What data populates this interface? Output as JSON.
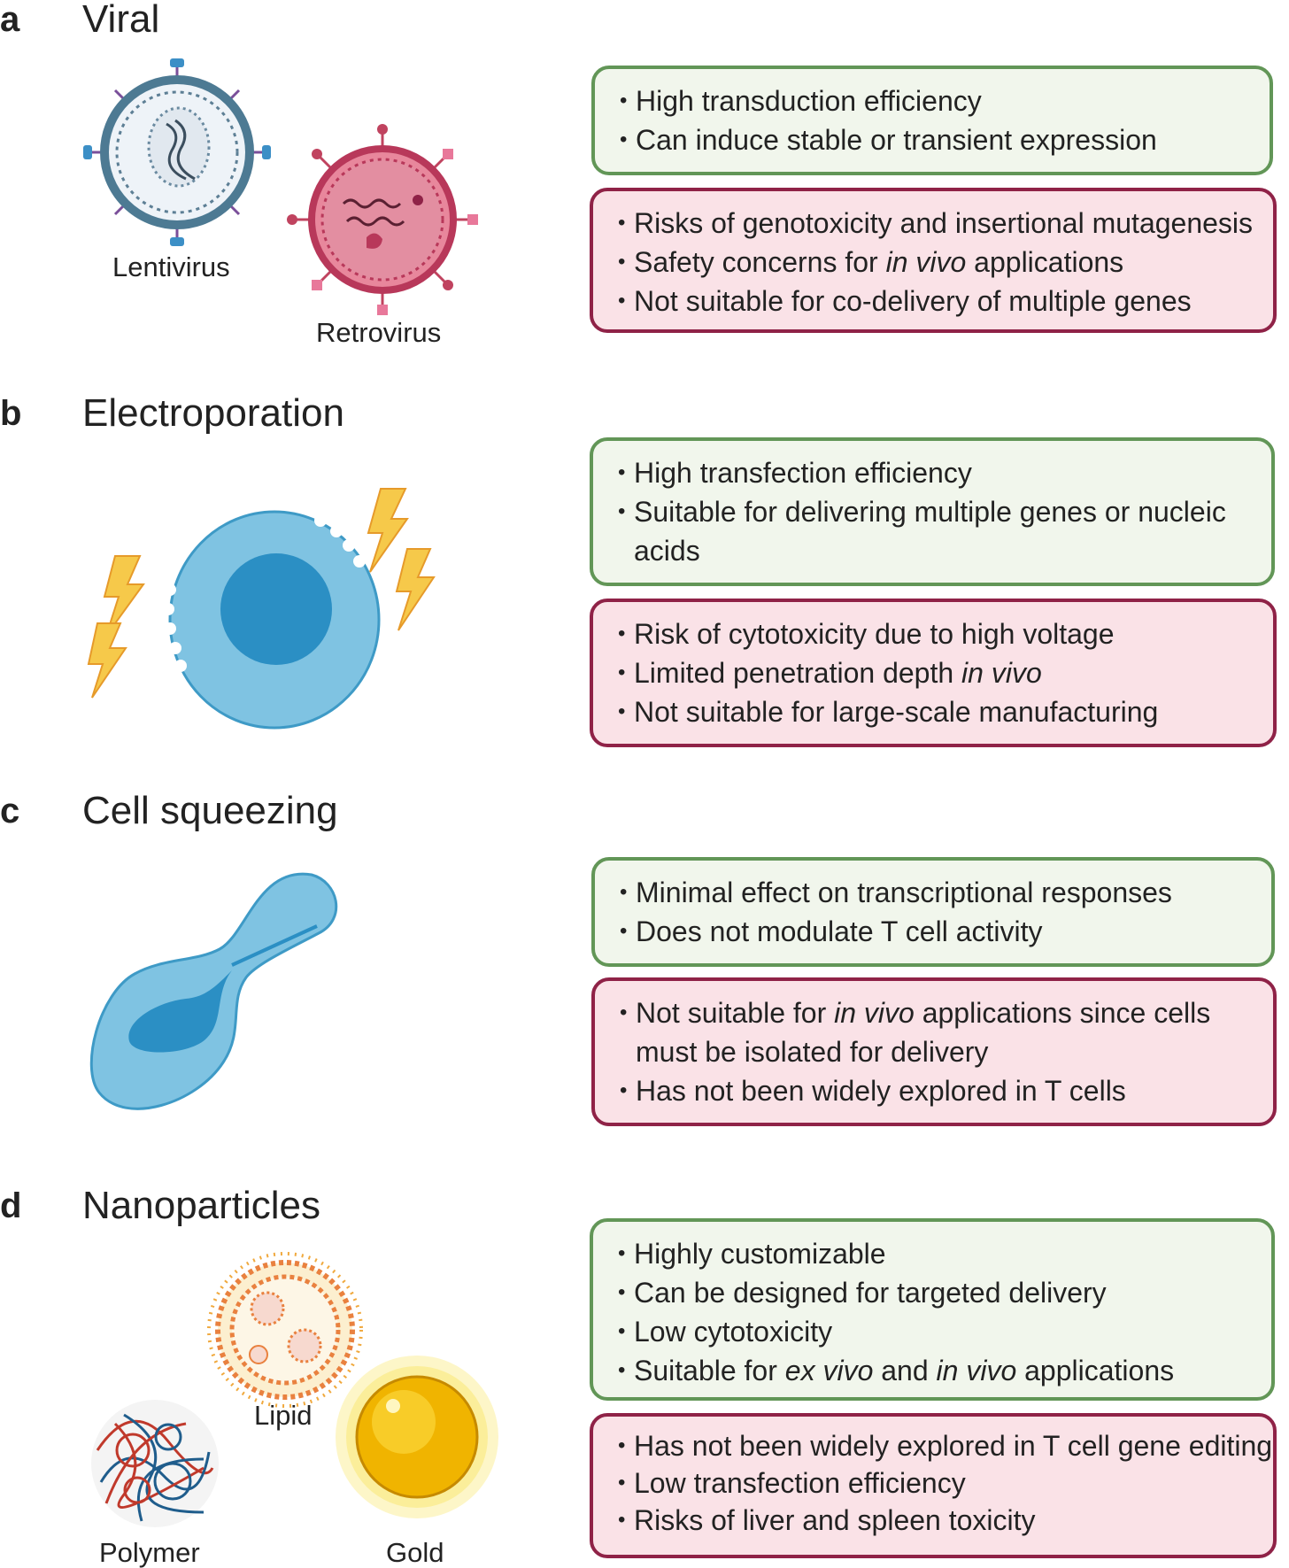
{
  "panels": [
    {
      "letter": "a",
      "title": "Viral",
      "labels": [
        "Lentivirus",
        "Retrovirus"
      ],
      "pros": [
        "High transduction efficiency",
        "Can induce stable or transient expression"
      ],
      "cons": [
        {
          "parts": [
            {
              "t": "Risks of genotoxicity and insertional mutagenesis"
            }
          ]
        },
        {
          "parts": [
            {
              "t": "Safety concerns for "
            },
            {
              "t": "in vivo",
              "i": true
            },
            {
              "t": " applications"
            }
          ]
        },
        {
          "parts": [
            {
              "t": "Not suitable for co-delivery of multiple genes"
            }
          ]
        }
      ]
    },
    {
      "letter": "b",
      "title": "Electroporation",
      "labels": [],
      "pros": [
        "High transfection efficiency",
        "Suitable for delivering multiple genes or nucleic acids"
      ],
      "cons": [
        {
          "parts": [
            {
              "t": "Risk of cytotoxicity due to high voltage"
            }
          ]
        },
        {
          "parts": [
            {
              "t": "Limited penetration depth "
            },
            {
              "t": "in vivo",
              "i": true
            }
          ]
        },
        {
          "parts": [
            {
              "t": "Not suitable for large-scale manufacturing"
            }
          ]
        }
      ]
    },
    {
      "letter": "c",
      "title": "Cell squeezing",
      "labels": [],
      "pros": [
        "Minimal effect on transcriptional responses",
        "Does not modulate T cell activity"
      ],
      "cons": [
        {
          "parts": [
            {
              "t": "Not suitable for "
            },
            {
              "t": "in vivo",
              "i": true
            },
            {
              "t": " applications since cells must be isolated for delivery"
            }
          ]
        },
        {
          "parts": [
            {
              "t": "Has not been widely explored in T cells"
            }
          ]
        }
      ]
    },
    {
      "letter": "d",
      "title": "Nanoparticles",
      "labels": [
        "Lipid",
        "Polymer",
        "Gold"
      ],
      "pros_rich": [
        {
          "parts": [
            {
              "t": "Highly customizable"
            }
          ]
        },
        {
          "parts": [
            {
              "t": "Can be designed for targeted delivery"
            }
          ]
        },
        {
          "parts": [
            {
              "t": "Low cytotoxicity"
            }
          ]
        },
        {
          "parts": [
            {
              "t": "Suitable for "
            },
            {
              "t": "ex vivo",
              "i": true
            },
            {
              "t": " and "
            },
            {
              "t": "in vivo",
              "i": true
            },
            {
              "t": " applications"
            }
          ]
        }
      ],
      "cons": [
        {
          "parts": [
            {
              "t": "Has not been widely explored in T cell gene editing"
            }
          ]
        },
        {
          "parts": [
            {
              "t": "Low transfection efficiency"
            }
          ]
        },
        {
          "parts": [
            {
              "t": "Risks of liver and spleen toxicity"
            }
          ]
        }
      ]
    }
  ],
  "colors": {
    "pro_border": "#629657",
    "pro_fill": "#f1f6ec",
    "con_border": "#8f2247",
    "con_fill": "#fae2e7",
    "cell_blue": "#7fc3e2",
    "nucleus_blue": "#2b8fc4",
    "bolt": "#f6b73c",
    "gold": "#f0b400",
    "retro": "#d95a7a"
  },
  "icons": [
    "lentivirus-icon",
    "retrovirus-icon",
    "cell-icon",
    "lightning-bolt-icon",
    "squeezed-cell-icon",
    "lipid-nanoparticle-icon",
    "polymer-nanoparticle-icon",
    "gold-nanoparticle-icon"
  ]
}
